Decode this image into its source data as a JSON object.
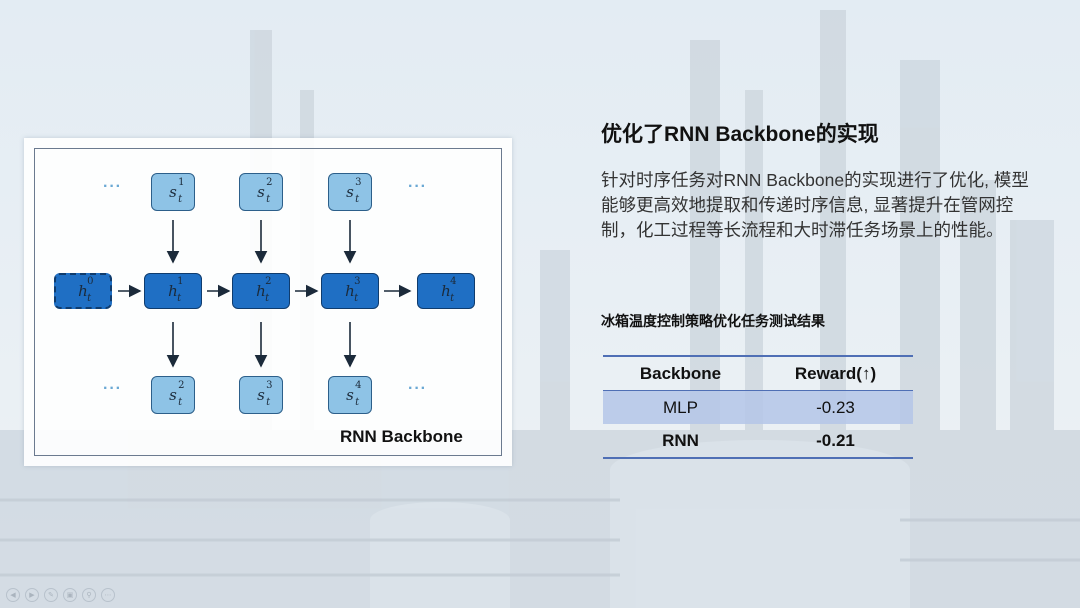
{
  "slide": {
    "title": "优化了RNN Backbone的实现",
    "description": "针对时序任务对RNN Backbone的实现进行了优化, 模型能够更高效地提取和传递时序信息, 显著提升在管网控制，化工过程等长流程和大时滞任务场景上的性能。"
  },
  "diagram": {
    "label": "RNN Backbone",
    "ellipsis": "···",
    "input_nodes": [
      {
        "base": "s",
        "sub": "t",
        "sup": "1"
      },
      {
        "base": "s",
        "sub": "t",
        "sup": "2"
      },
      {
        "base": "s",
        "sub": "t",
        "sup": "3"
      }
    ],
    "hidden_nodes": [
      {
        "base": "h",
        "sub": "t",
        "sup": "0"
      },
      {
        "base": "h",
        "sub": "t",
        "sup": "1"
      },
      {
        "base": "h",
        "sub": "t",
        "sup": "2"
      },
      {
        "base": "h",
        "sub": "t",
        "sup": "3"
      },
      {
        "base": "h",
        "sub": "t",
        "sup": "4"
      }
    ],
    "output_nodes": [
      {
        "base": "s",
        "sub": "t",
        "sup": "2"
      },
      {
        "base": "s",
        "sub": "t",
        "sup": "3"
      },
      {
        "base": "s",
        "sub": "t",
        "sup": "4"
      }
    ]
  },
  "results": {
    "caption": "冰箱温度控制策略优化任务测试结果",
    "headers": [
      "Backbone",
      "Reward(↑)"
    ],
    "rows": [
      [
        "MLP",
        "-0.23"
      ],
      [
        "RNN",
        "-0.21"
      ]
    ]
  },
  "colors": {
    "hidden_node": "#1f6fc4",
    "input_node": "#8ec3e6",
    "table_rule": "#4f6fb5",
    "table_highlight": "#b4c6e7"
  }
}
